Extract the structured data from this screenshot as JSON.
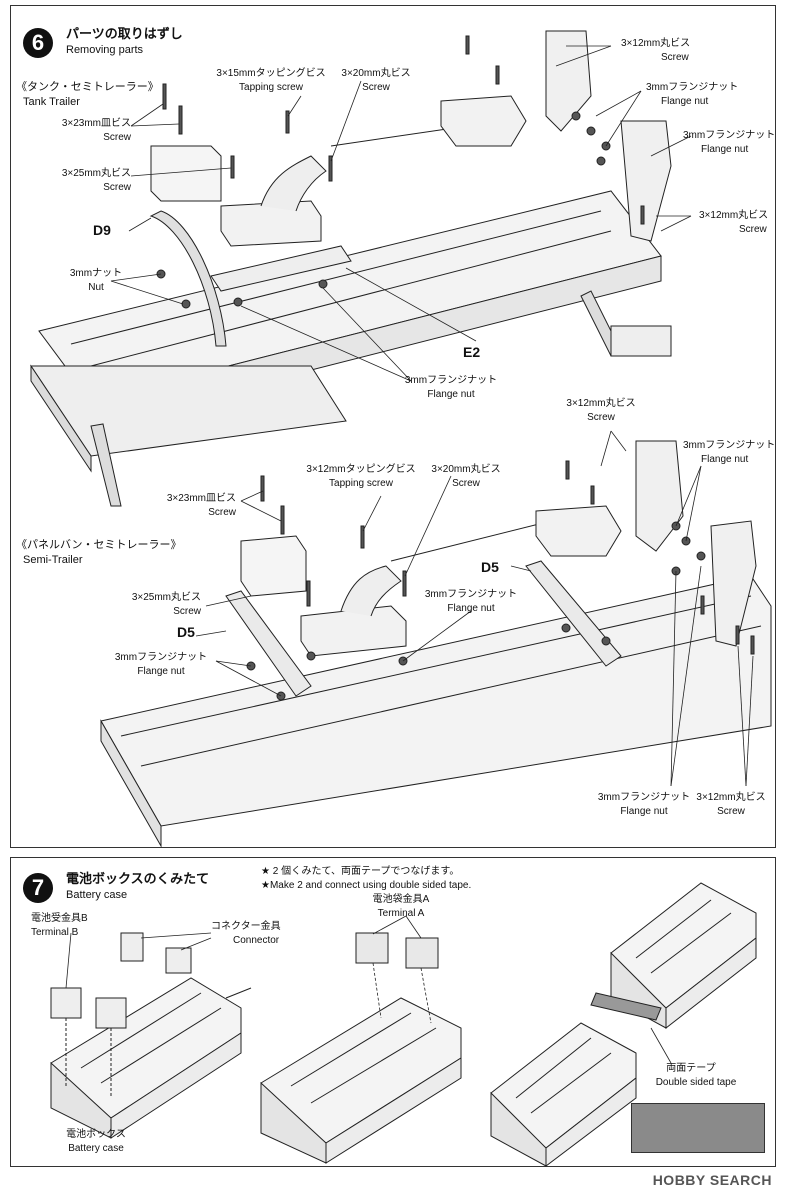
{
  "step6": {
    "number": "6",
    "title_jp": "パーツの取りはずし",
    "title_en": "Removing parts",
    "tank": {
      "heading_jp": "《タンク・セミトレーラー》",
      "heading_en": "Tank Trailer",
      "screw_3x23_jp": "3×23mm皿ビス",
      "screw_3x23_en": "Screw",
      "screw_3x25_jp": "3×25mm丸ビス",
      "screw_3x25_en": "Screw",
      "tapping_jp": "3×15mmタッピングビス",
      "tapping_en": "Tapping screw",
      "screw_3x20_jp": "3×20mm丸ビス",
      "screw_3x20_en": "Screw",
      "screw_3x12_jp": "3×12mm丸ビス",
      "screw_3x12_en": "Screw",
      "flange_jp": "3mmフランジナット",
      "flange_en": "Flange nut",
      "flange2_jp": "3mmフランジナット",
      "flange2_en": "Flange nut",
      "screw_3x12b_jp": "3×12mm丸ビス",
      "screw_3x12b_en": "Screw",
      "part_d9": "D9",
      "nut_jp": "3mmナット",
      "nut_en": "Nut",
      "part_e2": "E2",
      "flange3_jp": "3mmフランジナット",
      "flange3_en": "Flange nut"
    },
    "semi": {
      "heading_jp": "《パネルバン・セミトレーラー》",
      "heading_en": "Semi-Trailer",
      "screw_3x12_jp": "3×12mm丸ビス",
      "screw_3x12_en": "Screw",
      "flange_jp": "3mmフランジナット",
      "flange_en": "Flange nut",
      "tapping_jp": "3×12mmタッピングビス",
      "tapping_en": "Tapping screw",
      "screw_3x20_jp": "3×20mm丸ビス",
      "screw_3x20_en": "Screw",
      "screw_3x23_jp": "3×23mm皿ビス",
      "screw_3x23_en": "Screw",
      "part_d5a": "D5",
      "screw_3x25_jp": "3×25mm丸ビス",
      "screw_3x25_en": "Screw",
      "flange2_jp": "3mmフランジナット",
      "flange2_en": "Flange nut",
      "part_d5b": "D5",
      "flange3_jp": "3mmフランジナット",
      "flange3_en": "Flange nut",
      "flange4_jp": "3mmフランジナット",
      "flange4_en": "Flange nut",
      "screw_3x12b_jp": "3×12mm丸ビス",
      "screw_3x12b_en": "Screw"
    }
  },
  "step7": {
    "number": "7",
    "title_jp": "電池ボックスのくみたて",
    "title_en": "Battery case",
    "note_jp": "★ 2 個くみたて、両面テープでつなげます。",
    "note_en": "★Make 2 and connect using double sided tape.",
    "terminal_b_jp": "電池受金具B",
    "terminal_b_en": "Terminal B",
    "connector_jp": "コネクター金具",
    "connector_en": "Connector",
    "terminal_a_jp": "電池袋金具A",
    "terminal_a_en": "Terminal A",
    "battery_box_jp": "電池ボックス",
    "battery_box_en": "Battery case",
    "tape_jp": "両面テープ",
    "tape_en": "Double sided tape",
    "tape_color": "#8a8a8a"
  },
  "watermark": "HOBBY SEARCH"
}
